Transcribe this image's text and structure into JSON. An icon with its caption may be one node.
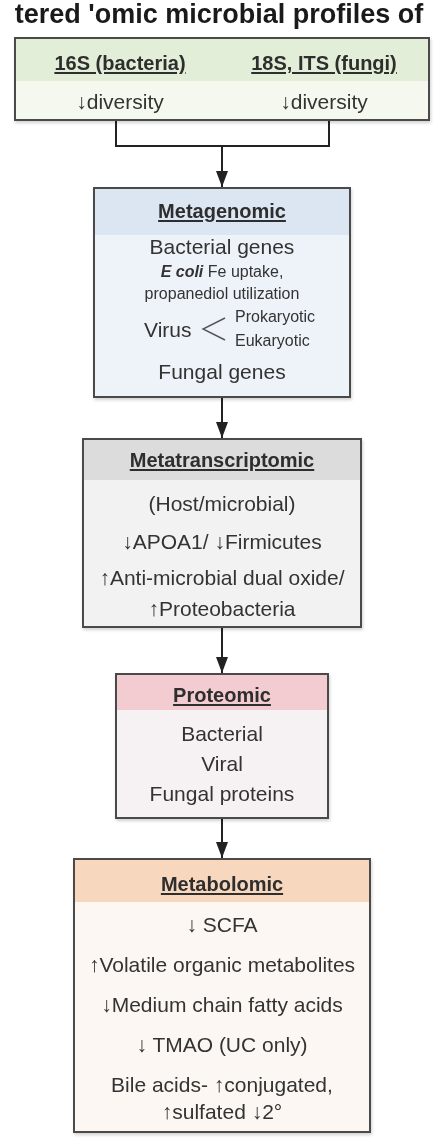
{
  "diagram": {
    "title": "tered 'omic microbial profiles of",
    "nodes": [
      {
        "text": [
          "16S (bacteria)",
          "18S, ITS (fungi)",
          "↓diversity",
          "↓diversity"
        ]
      },
      {
        "text": [
          "Metagenomic",
          "Bacterial genes",
          "*E coli* Fe uptake, propanediol utilization",
          "Virus",
          "Prokaryotic",
          "Eukaryotic",
          "Fungal genes"
        ]
      },
      {
        "text": [
          "Metatranscriptomic",
          "(Host/microbial)",
          "↓APOA1/ ↓Firmicutes",
          "↑Anti-microbial dual oxide/ ↑Proteobacteria"
        ]
      },
      {
        "text": [
          "Proteomic",
          "Bacterial",
          "Viral",
          "Fungal proteins"
        ]
      },
      {
        "text": [
          "Metabolomic",
          "↓ SCFA",
          "↑Volatile organic metabolites",
          "↓Medium chain fatty acids",
          "↓ TMAO (UC only)",
          "Bile acids- ↑conjugated, ↑sulfated ↓2°"
        ]
      }
    ],
    "edges": [
      {
        "from": 0,
        "to": 1,
        "arrow": "to"
      },
      {
        "from": 1,
        "to": 2,
        "arrow": "to"
      },
      {
        "from": 2,
        "to": 3,
        "arrow": "to"
      },
      {
        "from": 3,
        "to": 4,
        "arrow": "to"
      }
    ]
  }
}
